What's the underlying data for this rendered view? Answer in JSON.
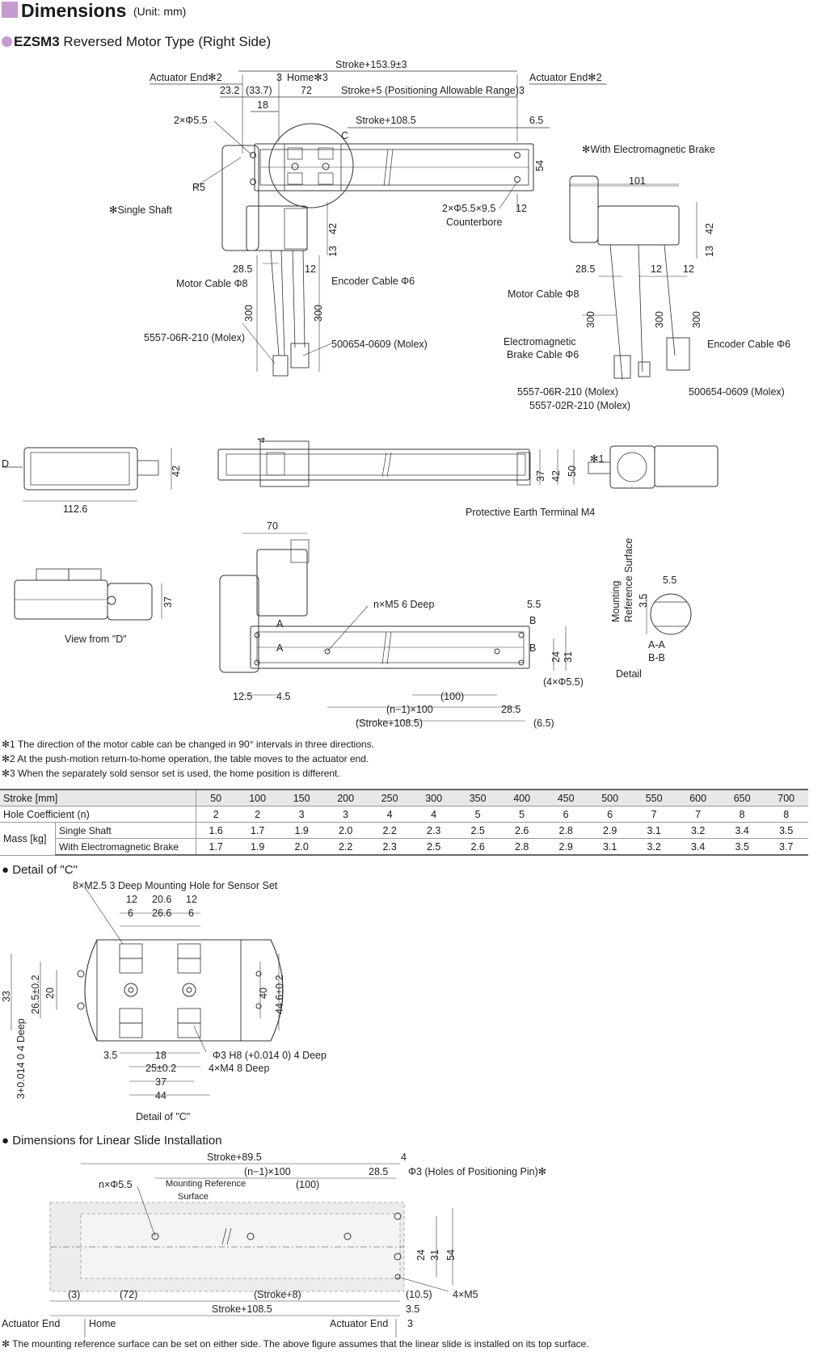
{
  "header": {
    "title": "Dimensions",
    "unit": "(Unit: mm)"
  },
  "subtitle": {
    "model": "EZSM3",
    "type": "Reversed Motor Type (Right Side)"
  },
  "labels": {
    "stroke_153": "Stroke+153.9±3",
    "actuator_end_left": "Actuator End✻2",
    "actuator_end_right": "Actuator End✻2",
    "home": "Home✻3",
    "d23_2": "23.2",
    "d33_7": "(33.7)",
    "d3a": "3",
    "d72": "72",
    "stroke_5": "Stroke+5 (Positioning Allowable Range)",
    "d3b": "3",
    "d18": "18",
    "two_phi55": "2×Φ5.5",
    "stroke_108": "Stroke+108.5",
    "d6_5": "6.5",
    "c_mark": "C",
    "d54": "54",
    "with_brake": "✻With Electromagnetic Brake",
    "r5": "R5",
    "single_shaft": "✻Single Shaft",
    "counterbore": "2×Φ5.5×9.5",
    "counterbore2": "Counterbore",
    "d12a": "12",
    "d42a": "42",
    "d13a": "13",
    "d28_5a": "28.5",
    "d12b": "12",
    "motor_cable": "Motor Cable Φ8",
    "encoder_cable": "Encoder Cable Φ6",
    "d300a": "300",
    "d300b": "300",
    "molex1": "5557-06R-210 (Molex)",
    "molex2": "500654-0609 (Molex)",
    "d101": "101",
    "d42b": "42",
    "d13b": "13",
    "d28_5b": "28.5",
    "d12c": "12",
    "d12d": "12",
    "motor_cable_b": "Motor Cable Φ8",
    "em_brake_cable1": "Electromagnetic",
    "em_brake_cable2": "Brake Cable Φ6",
    "encoder_cable_b": "Encoder Cable Φ6",
    "d300c": "300",
    "d300d": "300",
    "d300e": "300",
    "molex3": "5557-06R-210 (Molex)",
    "molex4": "5557-02R-210 (Molex)",
    "molex5": "500654-0609 (Molex)",
    "d_mark": "D",
    "d42c": "42",
    "d112_6": "112.6",
    "d4a": "4",
    "d37a": "37",
    "d42d": "42",
    "d50": "50",
    "star1": "✻1",
    "pe_terminal": "Protective Earth Terminal M4",
    "d70": "70",
    "mounting_ref1": "Mounting",
    "mounting_ref2": "Reference Surface",
    "d3_5a": "3.5",
    "d5_5a": "5.5",
    "d37b": "37",
    "n_m5": "n×M5 6 Deep",
    "d5_5b": "5.5",
    "a_mark1": "A",
    "a_mark2": "A",
    "b_mark1": "B",
    "b_mark2": "B",
    "d24a": "24",
    "d31a": "31",
    "four_phi55": "(4×Φ5.5)",
    "aa": "A-A",
    "bb": "B-B",
    "detail": "Detail",
    "view_d": "View from \"D\"",
    "d12_5": "12.5",
    "d4_5": "4.5",
    "d100a": "(100)",
    "n1_100a": "(n−1)×100",
    "d28_5c": "28.5",
    "stroke_108b": "(Stroke+108.5)",
    "d6_5b": "(6.5)"
  },
  "notes": [
    "✻1 The direction of the motor cable can be changed in 90° intervals in three directions.",
    "✻2 At the push-motion return-to-home operation, the table moves to the actuator end.",
    "✻3 When the separately sold sensor set is used, the home position is different."
  ],
  "table": {
    "stroke_label": "Stroke [mm]",
    "hole_label": "Hole Coefficient (n)",
    "mass_label": "Mass [kg]",
    "single_label": "Single Shaft",
    "brake_label": "With Electromagnetic Brake",
    "strokes": [
      "50",
      "100",
      "150",
      "200",
      "250",
      "300",
      "350",
      "400",
      "450",
      "500",
      "550",
      "600",
      "650",
      "700"
    ],
    "holes": [
      "2",
      "2",
      "3",
      "3",
      "4",
      "4",
      "5",
      "5",
      "6",
      "6",
      "7",
      "7",
      "8",
      "8"
    ],
    "single": [
      "1.6",
      "1.7",
      "1.9",
      "2.0",
      "2.2",
      "2.3",
      "2.5",
      "2.6",
      "2.8",
      "2.9",
      "3.1",
      "3.2",
      "3.4",
      "3.5"
    ],
    "brake": [
      "1.7",
      "1.9",
      "2.0",
      "2.2",
      "2.3",
      "2.5",
      "2.6",
      "2.8",
      "2.9",
      "3.1",
      "3.2",
      "3.4",
      "3.5",
      "3.7"
    ]
  },
  "detail_c": {
    "heading": "Detail of \"C\"",
    "mount_hole": "8×M2.5 3 Deep Mounting Hole for Sensor Set",
    "d12a": "12",
    "d20_6": "20.6",
    "d12b": "12",
    "d6a": "6",
    "d26_6": "26.6",
    "d6b": "6",
    "d33": "33",
    "d26_5": "26.5±0.2",
    "d20": "20",
    "d40": "40",
    "d44_6": "44.6±0.2",
    "d3_deep": "3+0.014 0 4 Deep",
    "d3_5": "3.5",
    "d18": "18",
    "phi3": "Φ3 H8 (+0.014 0) 4 Deep",
    "d25": "25±0.2",
    "m4": "4×M4 8 Deep",
    "d37": "37",
    "d44": "44",
    "caption": "Detail of \"C\""
  },
  "install": {
    "heading": "Dimensions for Linear Slide Installation",
    "stroke_89": "Stroke+89.5",
    "d4": "4",
    "n1_100": "(n−1)×100",
    "d28_5": "28.5",
    "phi3_pin": "Φ3 (Holes of Positioning Pin)✻",
    "n_phi55": "n×Φ5.5",
    "mount_ref1": "Mounting Reference",
    "mount_ref2": "Surface",
    "d100": "(100)",
    "d24": "24",
    "d31": "31",
    "d54": "54",
    "d3p": "(3)",
    "d72p": "(72)",
    "stroke_8": "(Stroke+8)",
    "d10_5": "(10.5)",
    "four_m5": "4×M5",
    "stroke_108": "Stroke+108.5",
    "d3_5": "3.5",
    "actuator_end_l": "Actuator End",
    "home": "Home",
    "actuator_end_r": "Actuator End",
    "d3": "3"
  },
  "footnote": "✻ The mounting reference surface can be set on either side. The above figure assumes that the linear slide is installed on its top surface."
}
